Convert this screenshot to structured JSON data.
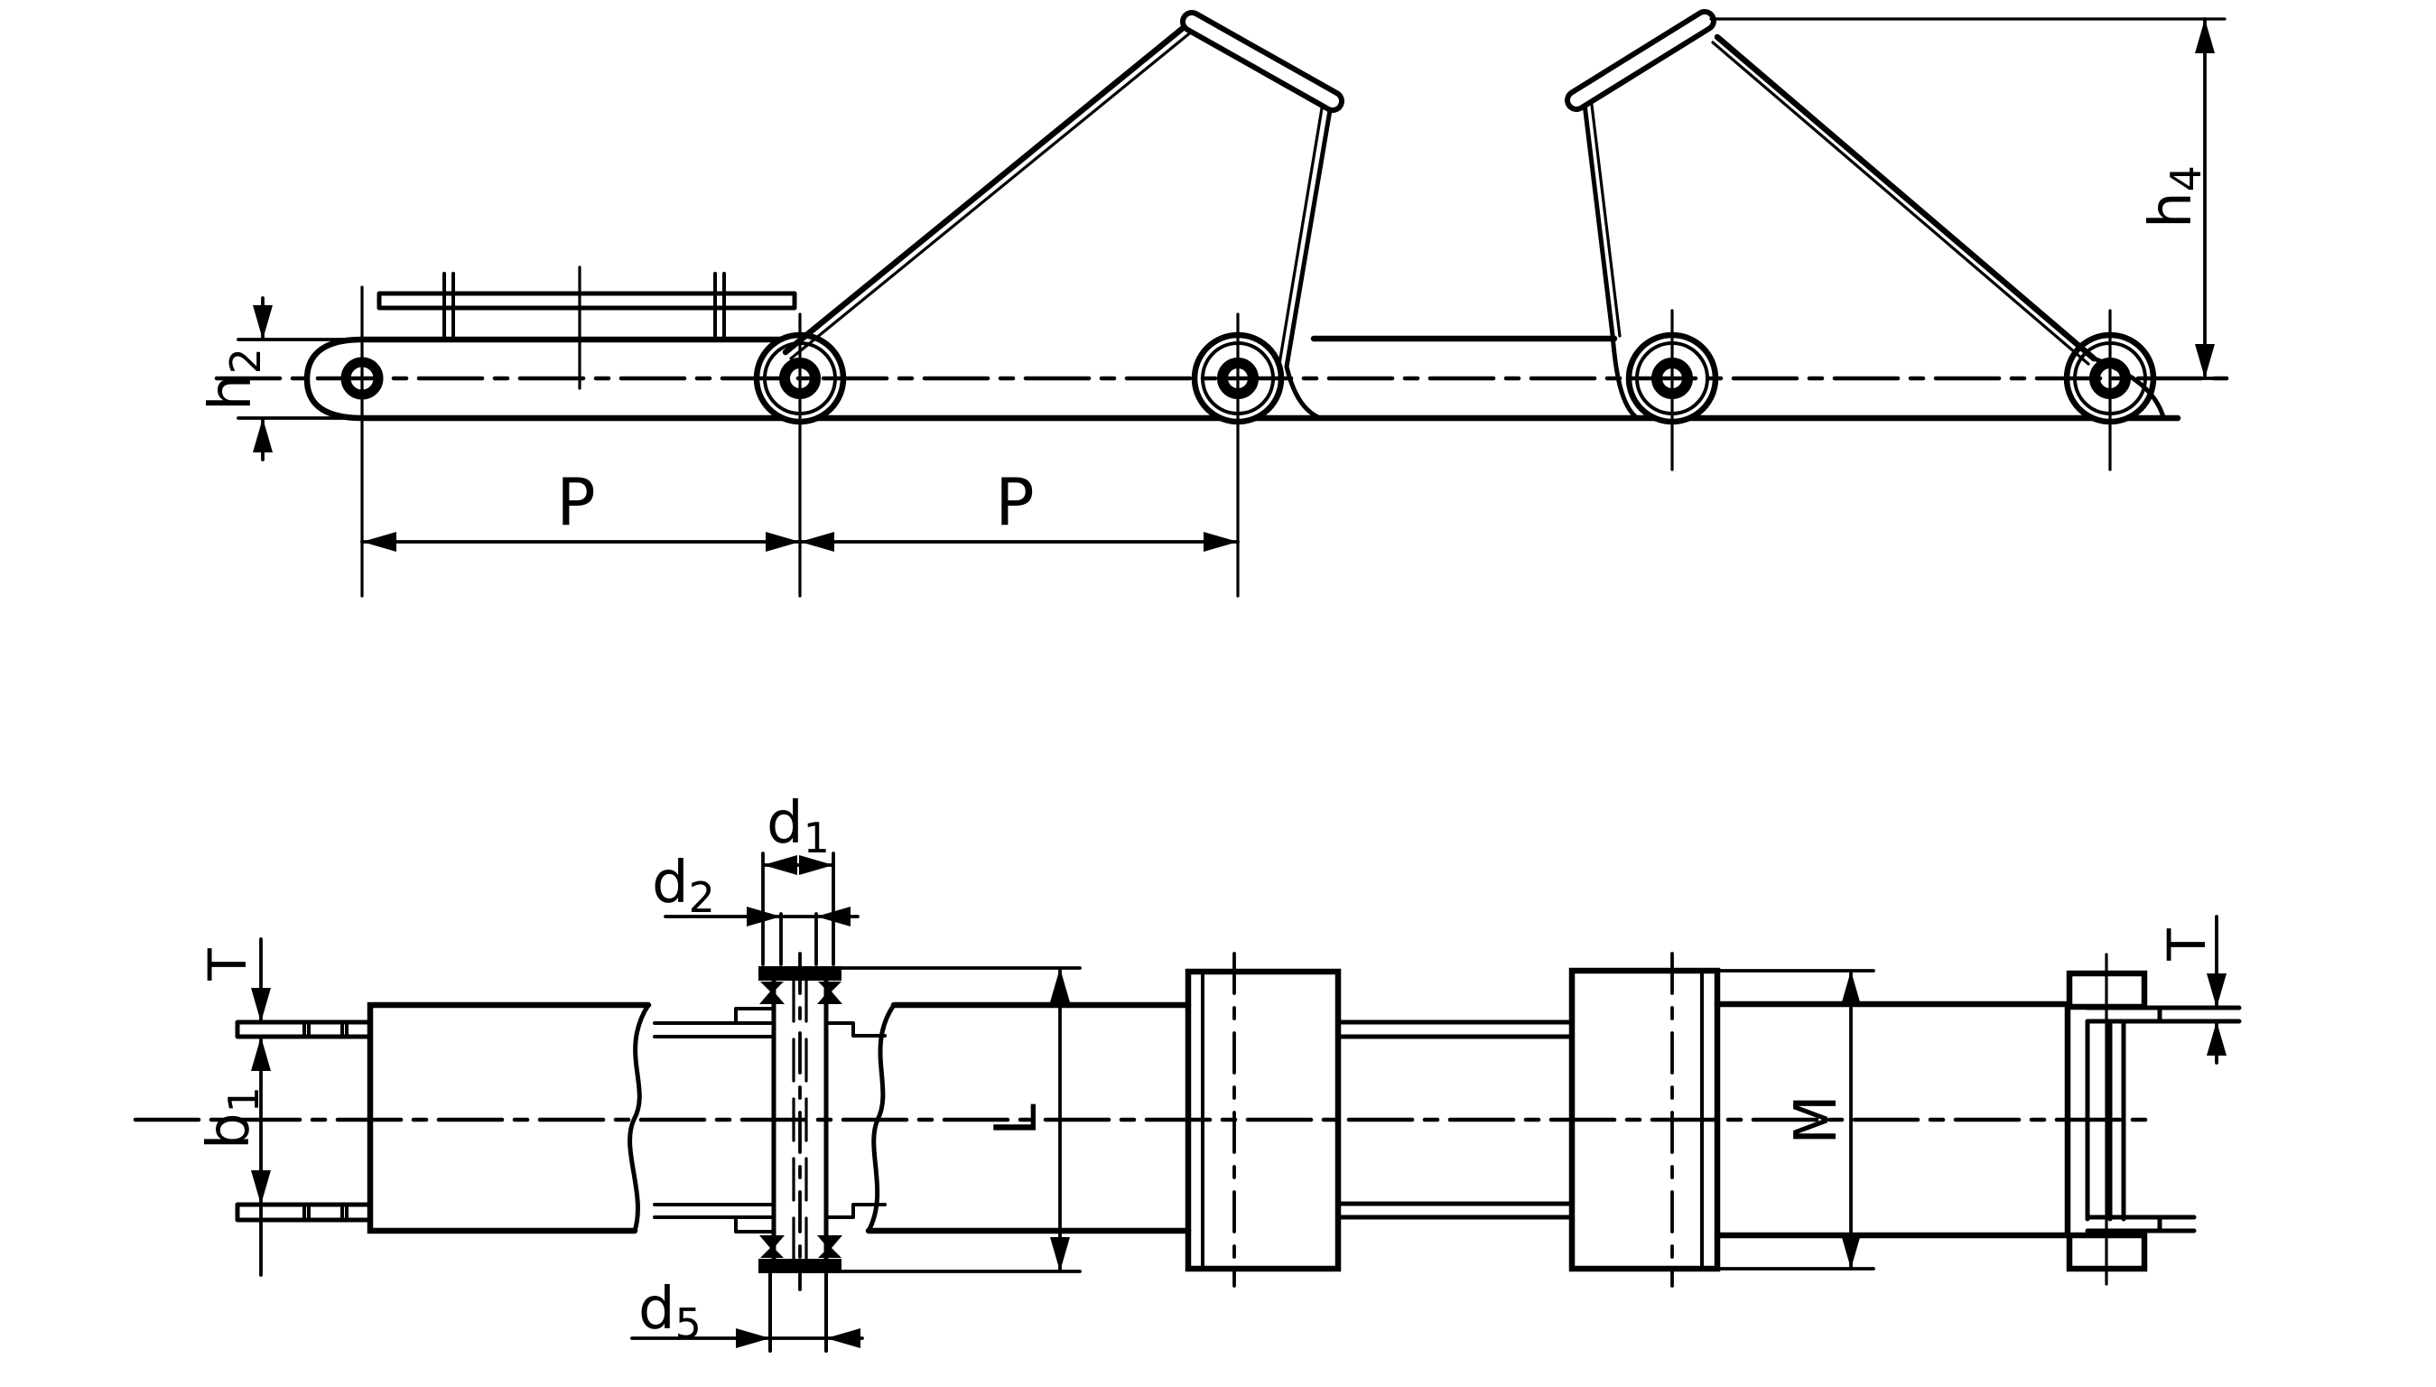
{
  "drawing": {
    "type": "engineering-diagram",
    "subject": "conveyor chain with scraper flight attachments, side elevation and plan section",
    "background_color": "#ffffff",
    "line_color": "#000000",
    "views": {
      "side_view_name": "chain-side-elevation",
      "plan_view_name": "chain-plan-section"
    },
    "dims": {
      "h2": {
        "main": "h",
        "sub": "2"
      },
      "p_left": {
        "main": "P"
      },
      "p_right": {
        "main": "P"
      },
      "h4": {
        "main": "h",
        "sub": "4"
      },
      "d1": {
        "main": "d",
        "sub": "1"
      },
      "d2": {
        "main": "d",
        "sub": "2"
      },
      "d5": {
        "main": "d",
        "sub": "5"
      },
      "t_left": {
        "main": "T"
      },
      "b1": {
        "main": "b",
        "sub": "1"
      },
      "L": {
        "main": "L"
      },
      "M": {
        "main": "M"
      },
      "t_right": {
        "main": "T"
      }
    }
  }
}
